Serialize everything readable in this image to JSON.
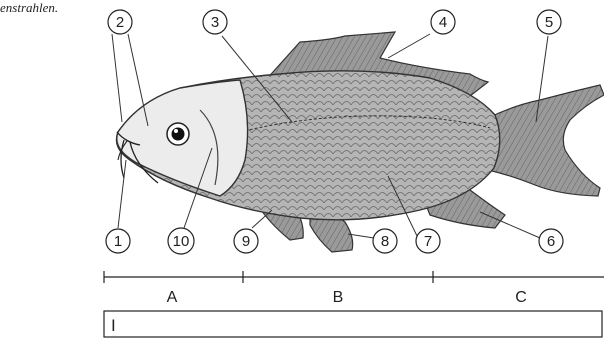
{
  "caption_fragment": "enstrahlen.",
  "part_numbers": [
    "1",
    "2",
    "3",
    "4",
    "5",
    "6",
    "7",
    "8",
    "9",
    "10"
  ],
  "segments": [
    "A",
    "B",
    "C"
  ],
  "answer_box_text": "I",
  "colors": {
    "ink": "#222222",
    "fish_body": "#b5b5b5",
    "fish_head": "#ececec",
    "fin": "#8c8c8c"
  }
}
